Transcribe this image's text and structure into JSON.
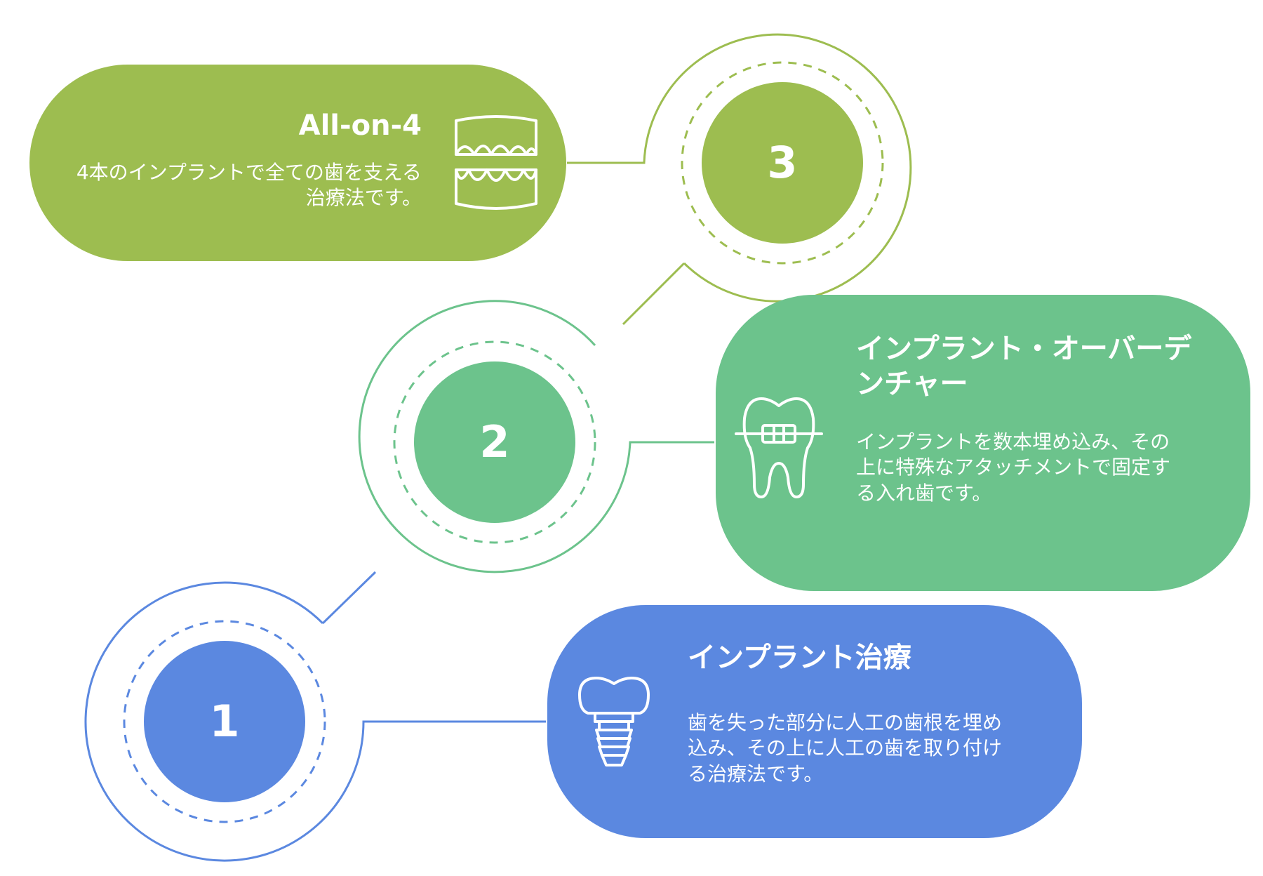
{
  "steps": [
    {
      "number": "1",
      "title": "インプラント治療",
      "description": "歯を失った部分に人工の歯根を埋め込み、その上に人工の歯を取り付ける治療法です。",
      "color": "#5b88e0",
      "icon": "dental-implant-icon"
    },
    {
      "number": "2",
      "title": "インプラント・オーバーデンチャー",
      "description": "インプラントを数本埋め込み、その上に特殊なアタッチメントで固定する入れ歯です。",
      "color": "#6cc38c",
      "icon": "tooth-braces-icon"
    },
    {
      "number": "3",
      "title": "All-on-4",
      "description": "4本のインプラントで全ての歯を支える治療法です。",
      "color": "#9dbd50",
      "icon": "full-dentures-icon"
    }
  ]
}
